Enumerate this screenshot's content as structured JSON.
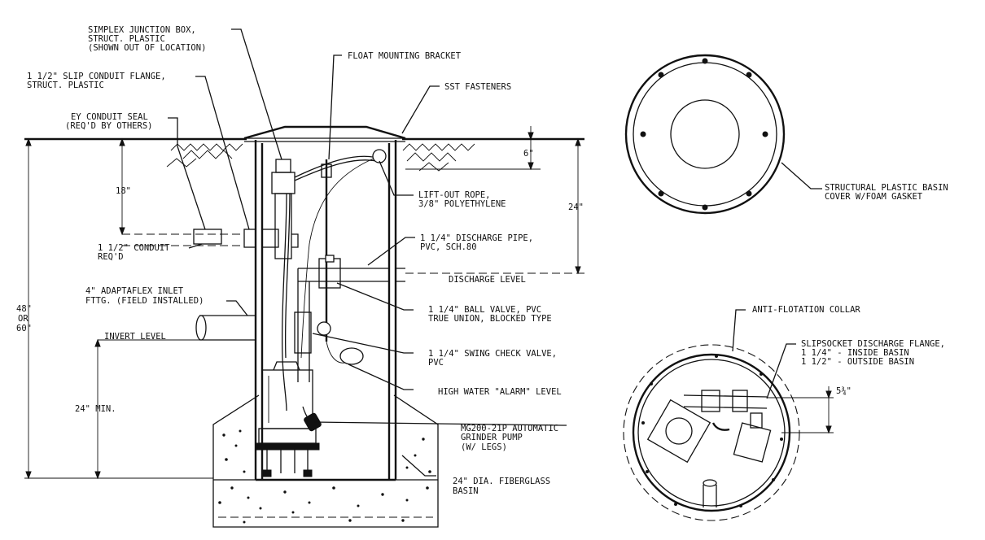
{
  "callouts": {
    "junction_box": [
      "SIMPLEX JUNCTION BOX,",
      "STRUCT. PLASTIC",
      "(SHOWN OUT OF LOCATION)"
    ],
    "slip_conduit_flange": [
      "1 1/2\" SLIP CONDUIT FLANGE,",
      "STRUCT. PLASTIC"
    ],
    "ey_conduit_seal": [
      "EY CONDUIT SEAL",
      "(REQ'D BY OTHERS)"
    ],
    "float_mounting_bracket": "FLOAT MOUNTING BRACKET",
    "sst_fasteners": "SST FASTENERS",
    "lift_out_rope": [
      "LIFT-OUT ROPE,",
      "3/8\" POLYETHYLENE"
    ],
    "conduit": [
      "1 1/2\" CONDUIT",
      "REQ'D"
    ],
    "discharge_pipe": [
      "1 1/4\" DISCHARGE PIPE,",
      "PVC, SCH.80"
    ],
    "discharge_level": "DISCHARGE LEVEL",
    "adaptaflex_inlet": [
      "4\" ADAPTAFLEX INLET",
      "FTTG. (FIELD INSTALLED)"
    ],
    "ball_valve": [
      "1 1/4\" BALL VALVE, PVC",
      "TRUE UNION, BLOCKED TYPE"
    ],
    "invert_level": "INVERT LEVEL",
    "swing_check_valve": [
      "1 1/4\" SWING CHECK VALVE,",
      "PVC"
    ],
    "high_water_alarm": "HIGH WATER \"ALARM\" LEVEL",
    "grinder_pump": [
      "MG200-21P AUTOMATIC",
      "GRINDER PUMP",
      "(W/ LEGS)"
    ],
    "fiberglass_basin": [
      "24\" DIA. FIBERGLASS",
      "BASIN"
    ],
    "basin_cover": [
      "STRUCTURAL PLASTIC BASIN",
      "COVER W/FOAM GASKET"
    ],
    "anti_flotation_collar": "ANTI-FLOTATION COLLAR",
    "slipsocket_flange": [
      "SLIPSOCKET DISCHARGE FLANGE,",
      "1 1/4\" - INSIDE BASIN",
      "1 1/2\" - OUTSIDE BASIN"
    ]
  },
  "dimensions": {
    "top_depth": "6\"",
    "conduit_depth": "18\"",
    "discharge_depth": "24\"",
    "basin_height": [
      "48\"",
      "OR",
      "60\""
    ],
    "min_below_invert": "24\" MIN.",
    "flange_offset": "5¾\""
  }
}
